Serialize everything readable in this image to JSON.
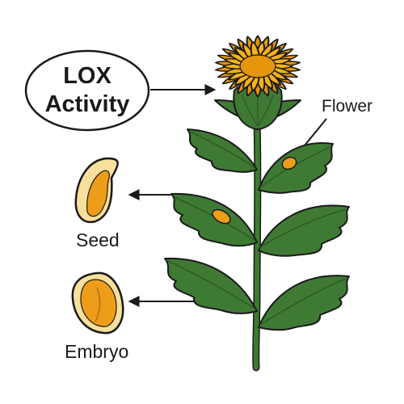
{
  "callout": {
    "line1": "LOX",
    "line2": "Activity"
  },
  "labels": {
    "flower": "Flower",
    "seed": "Seed",
    "embryo": "Embryo"
  },
  "colors": {
    "petal": "#f6b21a",
    "petal_dark": "#e4950c",
    "leaf": "#3f7a35",
    "leaf_dark": "#2c5a25",
    "stem": "#3d7a31",
    "activity_spot": "#ee9d1a",
    "seed_shell": "#f7df9c",
    "outline": "#1a1a1a"
  }
}
